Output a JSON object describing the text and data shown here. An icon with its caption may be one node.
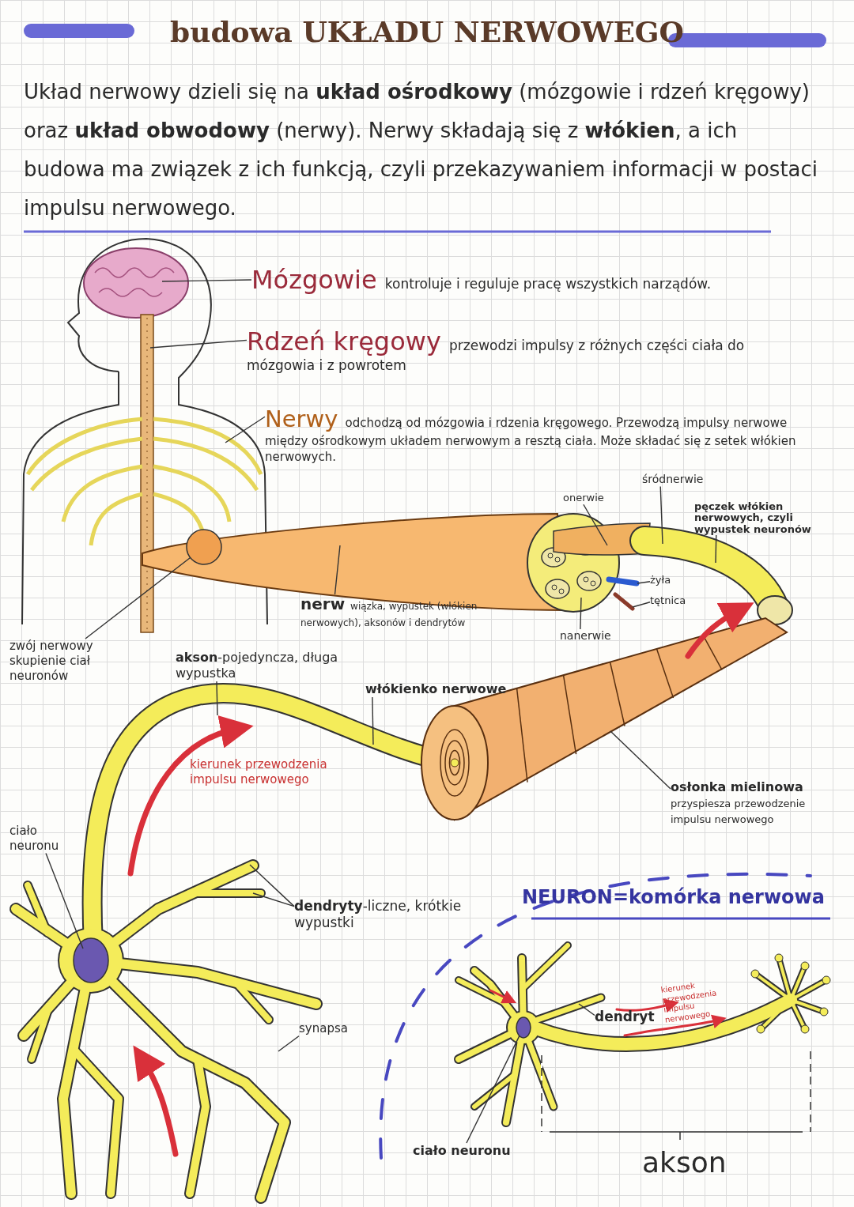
{
  "diagram": {
    "title": "budowa UKŁADU NERWOWEGO",
    "nodes": [
      {
        "text": [
          "Mózgowie",
          "kontroluje i reguluje pracę wszystkich narządów."
        ]
      },
      {
        "text": [
          "Rdzeń kręgowy",
          "przewodzi impulsy z różnych części ciała do mózgowia i z powrotem"
        ]
      },
      {
        "text": [
          "Nerwy",
          "odchodzą od mózgowia i rdzenia kręgowego. Przewodzą impulsy nerwowe między ośrodkowym układem nerwowym a resztą ciała. Może składać się z setek włókien nerwowych."
        ]
      },
      {
        "text": [
          "nerw",
          "wiązka, wypustek (włókien nerwowych), aksonów i dendrytów"
        ]
      },
      {
        "text": [
          "zwój nerwowy skupienie ciał neuronów"
        ]
      },
      {
        "text": [
          "onerwie"
        ]
      },
      {
        "text": [
          "śródnerwie"
        ]
      },
      {
        "text": [
          "pęczek włókien nerwowych, czyli wypustek neuronów"
        ]
      },
      {
        "text": [
          "żyła"
        ]
      },
      {
        "text": [
          "tętnica"
        ]
      },
      {
        "text": [
          "nanerwie"
        ]
      },
      {
        "text": [
          "**akson**-pojedyncza, długa wypustka"
        ]
      },
      {
        "text": [
          "włókienko nerwowe"
        ]
      },
      {
        "text": [
          "ciało neuronu"
        ]
      },
      {
        "text": [
          "osłonka mielinowa",
          "przyspiesza przewodzenie impulsu nerwowego"
        ]
      },
      {
        "text": [
          "**dendryty**-liczne, krótkie wypustki"
        ]
      },
      {
        "text": [
          "synapsa"
        ]
      },
      {
        "text": [
          "dendryt"
        ]
      },
      {
        "text": [
          "ciało neuronu"
        ]
      },
      {
        "text": [],
        "shape": "circle"
      },
      {
        "text": [],
        "shape": "circle"
      }
    ],
    "edges": [
      {
        "from": 0,
        "to": null,
        "arrow": "none"
      },
      {
        "from": 1,
        "to": null,
        "arrow": "none"
      },
      {
        "from": 2,
        "to": null,
        "arrow": "none"
      },
      {
        "from": 3,
        "to": null,
        "arrow": "none"
      },
      {
        "from": 4,
        "to": 19,
        "arrow": "none"
      },
      {
        "from": 5,
        "to": null,
        "arrow": "none"
      },
      {
        "from": 6,
        "to": null,
        "arrow": "none"
      },
      {
        "from": 7,
        "to": null,
        "arrow": "none"
      },
      {
        "from": 8,
        "to": null,
        "arrow": "none"
      },
      {
        "from": 9,
        "to": null,
        "arrow": "none"
      },
      {
        "from": 10,
        "to": null,
        "arrow": "none"
      },
      {
        "from": 11,
        "to": null,
        "arrow": "none"
      },
      {
        "from": 12,
        "to": null,
        "arrow": "none"
      },
      {
        "from": 13,
        "to": null,
        "arrow": "none"
      },
      {
        "from": 14,
        "to": null,
        "arrow": "none"
      },
      {
        "from": 15,
        "to": null,
        "arrow": "none"
      },
      {
        "from": 15,
        "to": null,
        "arrow": "none"
      },
      {
        "from": 16,
        "to": null,
        "arrow": "none"
      },
      {
        "from": 17,
        "to": null,
        "arrow": "none"
      },
      {
        "from": 18,
        "to": 20,
        "arrow": "none"
      }
    ],
    "labels": [
      "Układ nerwowy dzieli się na **układ ośrodkowy** (mózgowie i rdzeń kręgowy) oraz **układ obwodowy** (nerwy). Nerwy składają się z **włókien**, a ich budowa ma związek z ich funkcją, czyli przekazywaniem informacji w postaci impulsu nerwowego.",
      "kierunek przewodzenia impulsu nerwowego",
      "NEURON=komórka nerwowa",
      "kierunek przewodzenia impulsu nerwowego",
      "akson"
    ]
  }
}
